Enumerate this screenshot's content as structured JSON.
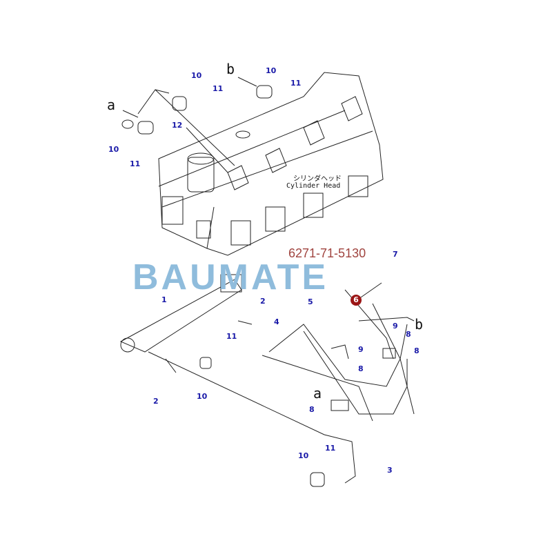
{
  "watermark": {
    "brand": "BAUMATE",
    "part_number": "6271-71-5130"
  },
  "head_label": {
    "jp": "シリンダヘッド",
    "en": "Cylinder Head"
  },
  "refs": [
    "a",
    "b",
    "a",
    "b"
  ],
  "callouts": [
    "10",
    "11",
    "10",
    "11",
    "10",
    "11",
    "12",
    "1",
    "2",
    "2",
    "10",
    "11",
    "5",
    "4",
    "7",
    "6",
    "9",
    "8",
    "8",
    "9",
    "8",
    "8",
    "10",
    "11",
    "3"
  ],
  "colors": {
    "callout": "#1a1aa8",
    "watermark": "#8fbcdc",
    "part_number": "#a0443f",
    "badge": "#9b1616"
  }
}
